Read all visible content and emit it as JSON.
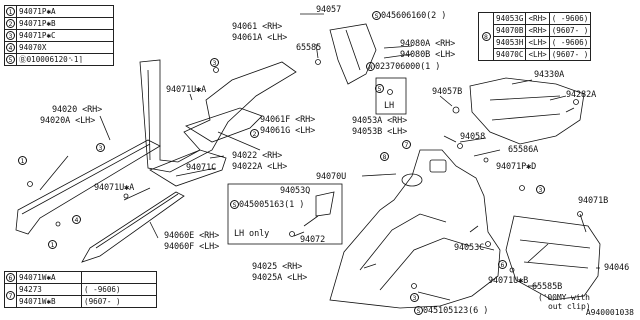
{
  "top_left_legend": [
    {
      "key": "1",
      "part": "94071P✱A"
    },
    {
      "key": "2",
      "part": "94071P✱B"
    },
    {
      "key": "3",
      "part": "94071P✱C"
    },
    {
      "key": "4",
      "part": "94070X"
    },
    {
      "key": "5",
      "part": "Ⓑ010006120␈1⌉"
    }
  ],
  "top_right_legend": {
    "key": "8",
    "rows": [
      {
        "part": "94053G",
        "side": "<RH>",
        "range": "( -9606)"
      },
      {
        "part": "94070B",
        "side": "<RH>",
        "range": "(9607- )"
      },
      {
        "part": "94053H",
        "side": "<LH>",
        "range": "( -9606)"
      },
      {
        "part": "94070C",
        "side": "<LH>",
        "range": "(9607- )"
      }
    ]
  },
  "bottom_left_legend": [
    {
      "key": "6",
      "part": "94071W✱A",
      "range": ""
    },
    {
      "key": "7",
      "part": "94273",
      "range": "( -9606)"
    },
    {
      "key": "",
      "part": "94071W✱B",
      "range": "(9607- )"
    }
  ],
  "labels": {
    "p94057": "94057",
    "p045606160": "045606160(2 )",
    "p94061": "94061 <RH>",
    "p94061A": "94061A <LH>",
    "p65585": "65585",
    "p94080A": "94080A <RH>",
    "p94080B": "94080B <LH>",
    "p023706000": "023706000(1 )",
    "p94330A": "94330A",
    "p94282A": "94282A",
    "p94071U_A_top": "94071U✱A",
    "p94057B": "94057B",
    "lh": "LH",
    "p94020": "94020 <RH>",
    "p94020A": "94020A <LH>",
    "p94061F": "94061F <RH>",
    "p94061G": "94061G <LH>",
    "p94053A": "94053A <RH>",
    "p94053B": "94053B <LH>",
    "p94058": "94058",
    "p65586A": "65586A",
    "p94022": "94022 <RH>",
    "p94022A": "94022A <LH>",
    "p94071C": "94071C",
    "p94070U": "94070U",
    "p94071P_D": "94071P✱D",
    "p94071U_A_mid": "94071U✱A",
    "p94053Q": "94053Q",
    "p045005163": "045005163(1 )",
    "lh_only": "LH only",
    "p94072": "94072",
    "p94060E": "94060E <RH>",
    "p94060F": "94060F <LH>",
    "p94071B": "94071B",
    "p94025": "94025 <RH>",
    "p94025A": "94025A <LH>",
    "p94053C": "94053C",
    "p94071U_B": "94071U✱B",
    "p65585B": "65585B",
    "p94046": "94046",
    "note_00my": "('00MY-with",
    "note_outclip": "out clip)",
    "p045105123": "045105123(6 )",
    "callout_1a": "1",
    "callout_1b": "1",
    "callout_2": "2",
    "callout_3a": "3",
    "callout_3b": "3",
    "callout_3c": "3",
    "callout_3d": "3",
    "callout_4": "4",
    "callout_5": "5",
    "callout_6": "6",
    "callout_7": "7",
    "callout_8": "8",
    "callout_s1": "S",
    "callout_s2": "S",
    "callout_s3": "S",
    "callout_n": "N"
  },
  "figure_number": "A940001038"
}
